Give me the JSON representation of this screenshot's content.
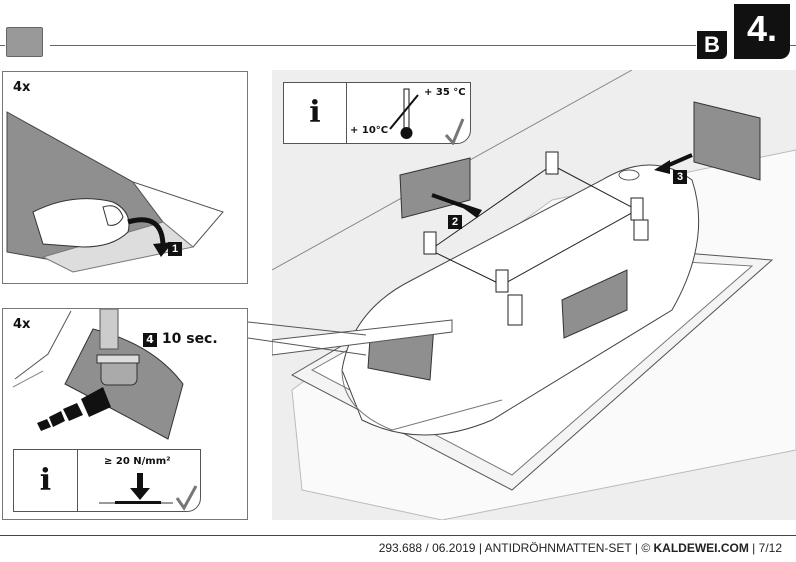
{
  "header": {
    "section_letter": "B",
    "step_number": "4."
  },
  "panel_top_left": {
    "quantity": "4x",
    "step": "1"
  },
  "panel_bottom_left": {
    "quantity": "4x",
    "step": "4",
    "duration": "10 sec.",
    "info_icon": "i",
    "pressure": "≥ 20 N/mm²"
  },
  "temperature_info": {
    "info_icon": "i",
    "max_temp": "+ 35 °C",
    "min_temp": "+ 10°C"
  },
  "main_illustration": {
    "steps": [
      "2",
      "3"
    ]
  },
  "footer": {
    "doc_number": "293.688 / 06.2019",
    "separator": "|",
    "product": "ANTIDRÖHNMATTEN-SET",
    "copyright": "©",
    "brand": "KALDEWEI.COM",
    "page": "7/12"
  },
  "colors": {
    "mat": "#8f8f8f",
    "ink": "#111111",
    "background": "#eeeeee"
  }
}
